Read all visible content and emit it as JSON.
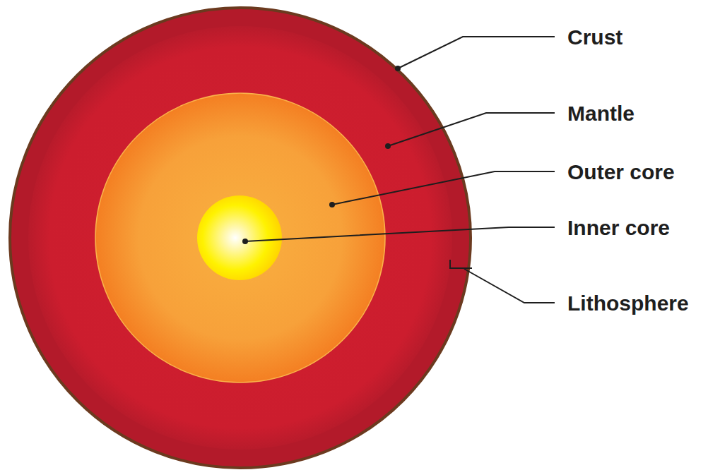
{
  "diagram": {
    "labels": [
      "Crust",
      "Mantle",
      "Outer core",
      "Inner core",
      "Lithosphere"
    ]
  }
}
